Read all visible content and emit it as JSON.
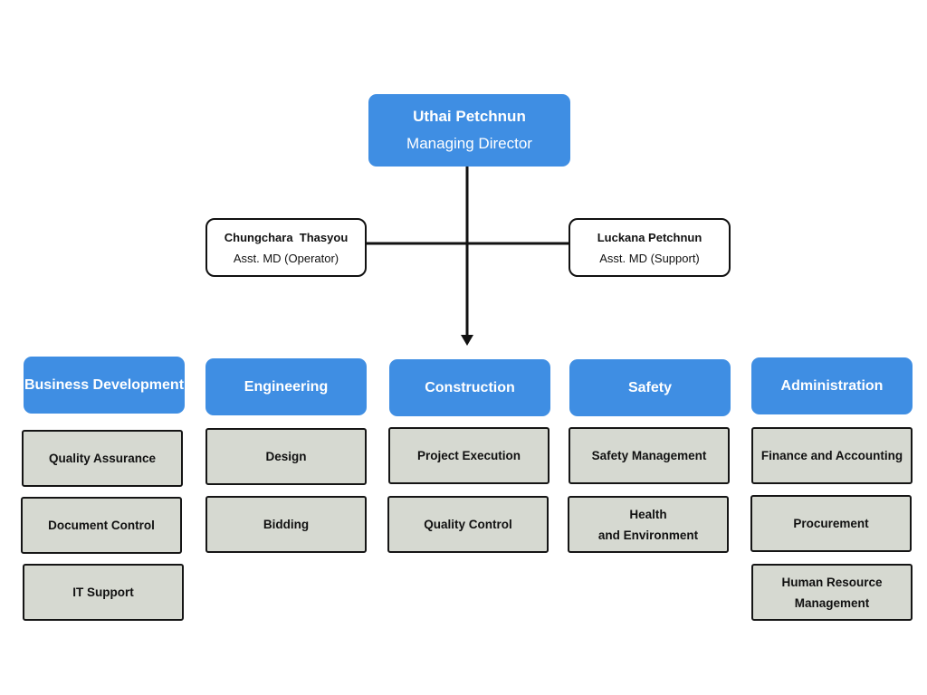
{
  "managing_director": {
    "name": "Uthai Petchnun",
    "title": "Managing Director"
  },
  "assistants": [
    {
      "name": "Chungchara  Thasyou",
      "title": "Asst. MD (Operator)"
    },
    {
      "name": "Luckana Petchnun",
      "title": "Asst. MD (Support)"
    }
  ],
  "departments": [
    {
      "name": "Business Development",
      "units": [
        "Quality Assurance",
        "Document Control",
        "IT Support"
      ]
    },
    {
      "name": "Engineering",
      "units": [
        "Design",
        "Bidding"
      ]
    },
    {
      "name": "Construction",
      "units": [
        "Project Execution",
        "Quality Control"
      ]
    },
    {
      "name": "Safety",
      "units": [
        "Safety Management",
        "Health\nand Environment"
      ]
    },
    {
      "name": "Administration",
      "units": [
        "Finance and Accounting",
        "Procurement",
        "Human Resource\nManagement"
      ]
    }
  ],
  "colors": {
    "department_fill": "#3f8ee3",
    "unit_fill": "#d6d9d1",
    "line": "#111111"
  }
}
